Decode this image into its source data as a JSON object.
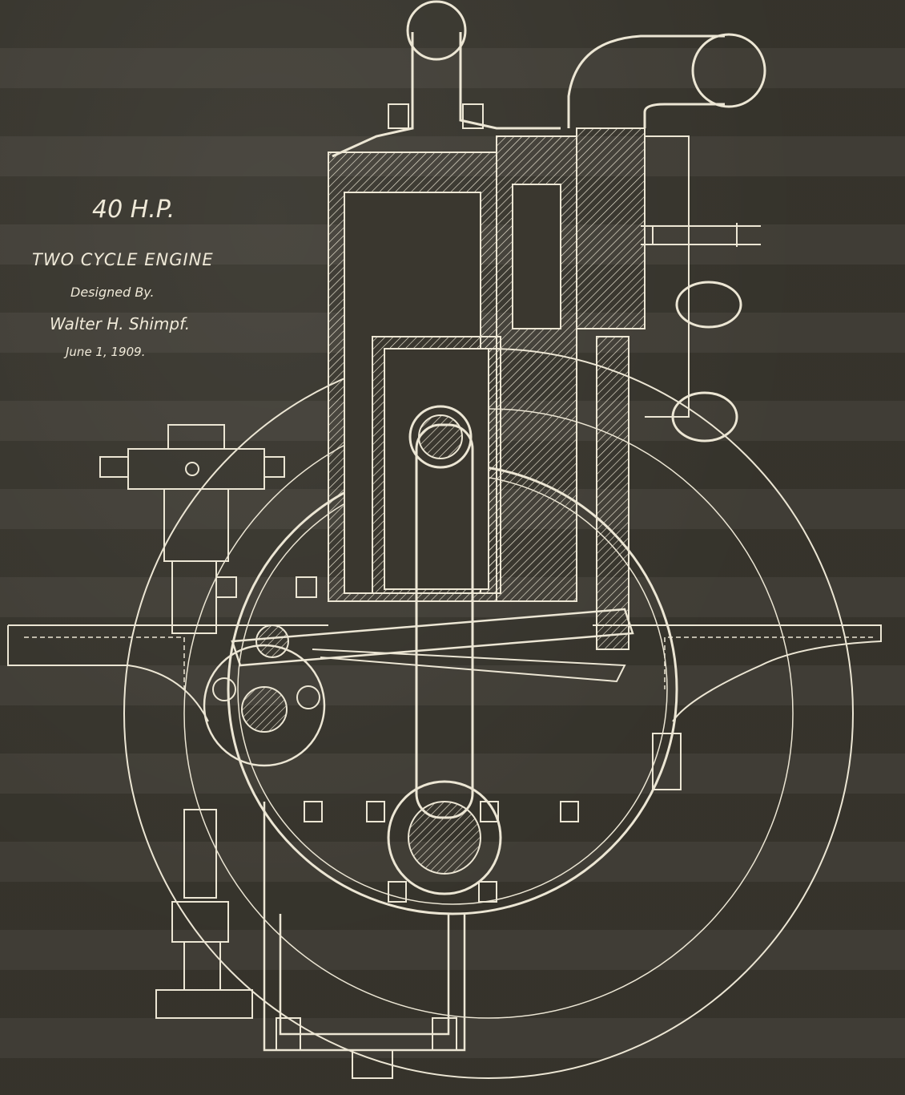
{
  "drawing": {
    "title_hp": "40 H.P.",
    "title_engine": "TWO CYCLE ENGINE",
    "designed_by_label": "Designed By.",
    "designer": "Walter H. Shimpf.",
    "date": "June 1, 1909."
  },
  "colors": {
    "background": "#3a372f",
    "line": "#ece6d4"
  }
}
